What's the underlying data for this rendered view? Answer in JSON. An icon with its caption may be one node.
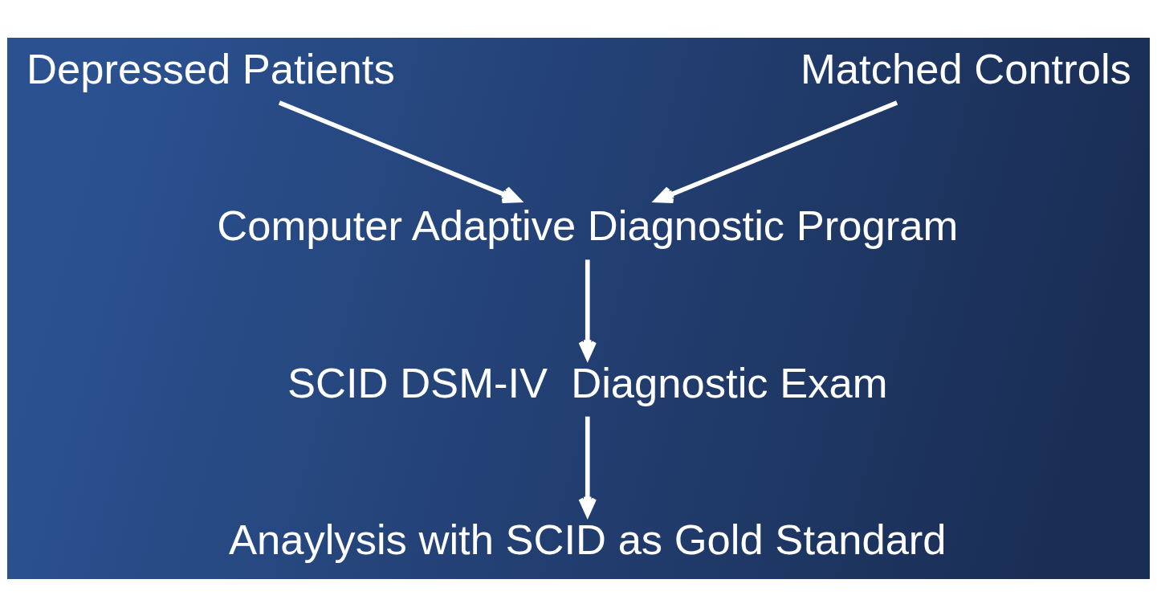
{
  "diagram": {
    "nodes": [
      {
        "text": [
          "Depressed Patients"
        ]
      },
      {
        "text": [
          "Matched Controls"
        ]
      },
      {
        "text": [
          "Computer Adaptive Diagnostic Program"
        ]
      },
      {
        "text": [
          "SCID DSM-IV  Diagnostic Exam"
        ]
      },
      {
        "text": [
          "Anaylysis with SCID as Gold Standard"
        ]
      }
    ],
    "edges": [
      {
        "from": 0,
        "to": 2,
        "arrow": "to"
      },
      {
        "from": 1,
        "to": 2,
        "arrow": "to"
      },
      {
        "from": 2,
        "to": 3,
        "arrow": "to"
      },
      {
        "from": 3,
        "to": 4,
        "arrow": "to"
      }
    ]
  }
}
